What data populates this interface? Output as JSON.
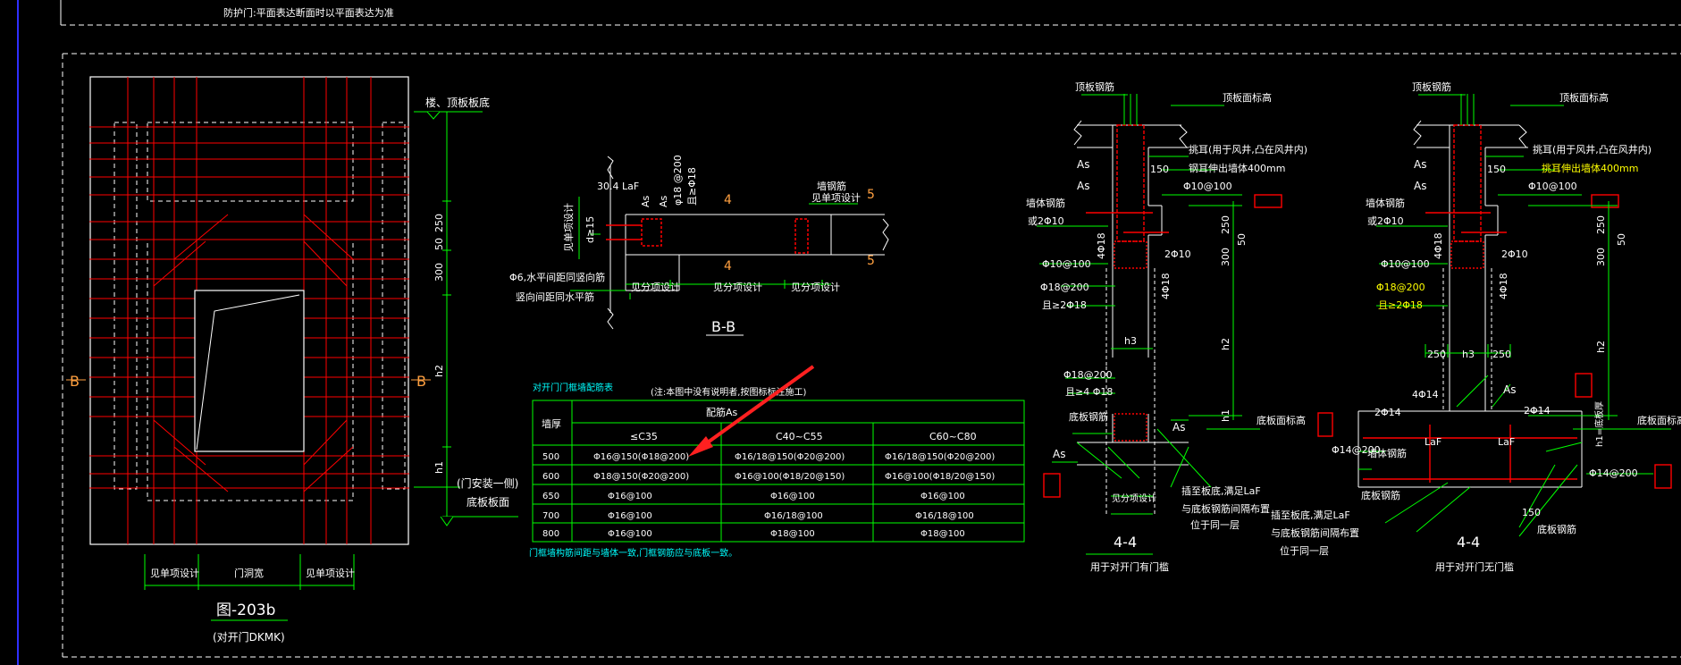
{
  "top_note": "防护门:平面表达断面时以平面表达为准",
  "fig203": {
    "b_left": "B",
    "b_right": "B",
    "label_top": "楼、顶板板底",
    "label_door": "(门安装一侧)",
    "label_bottom": "底板板面",
    "dim_250": "250",
    "dim_50": "50",
    "dim_300": "300",
    "dim_h2": "h2",
    "dim_h1": "h1",
    "bottom_left": "见单项设计",
    "bottom_mid": "门洞宽",
    "bottom_right": "见单项设计",
    "title": "图-203b",
    "subtitle": "(对开门DKMK)"
  },
  "section_bb": {
    "lbl_04laf": "30.4 LaF",
    "lbl_as1": "As",
    "lbl_as2": "As",
    "lbl_phi18": "φ18 @200",
    "lbl_phi18b": "且≥Φ18",
    "lbl_d": "d≥15",
    "lbl_jian": "见单项设计",
    "lbl_4a": "4",
    "lbl_4b": "4",
    "lbl_5a": "5",
    "lbl_5b": "5",
    "lbl_wall1": "墙钢筋",
    "lbl_wall2": "见单项设计",
    "lbl_phi6a": "Φ6,水平间距同竖向筋",
    "lbl_phi6b": "竖向间距同水平筋",
    "bot1": "见分项设计",
    "bot2": "见分项设计",
    "bot3": "见分项设计",
    "title": "B-B"
  },
  "table": {
    "caption": "对开门门框墙配筋表",
    "note": "(注:本图中没有说明者,按图标标注施工)",
    "header_col0": "墙厚",
    "header_group": "配筋As",
    "columns": [
      "≤C35",
      "C40~C55",
      "C60~C80"
    ],
    "rows": [
      {
        "thick": "500",
        "c35": "Φ16@150(Φ18@200)",
        "c55": "Φ16/18@150(Φ20@200)",
        "c80": "Φ16/18@150(Φ20@200)"
      },
      {
        "thick": "600",
        "c35": "Φ18@150(Φ20@200)",
        "c55": "Φ16@100(Φ18/20@150)",
        "c80": "Φ16@100(Φ18/20@150)"
      },
      {
        "thick": "650",
        "c35": "Φ16@100",
        "c55": "Φ16@100",
        "c80": "Φ16@100"
      },
      {
        "thick": "700",
        "c35": "Φ16@100",
        "c55": "Φ16/18@100",
        "c80": "Φ16/18@100"
      },
      {
        "thick": "800",
        "c35": "Φ16@100",
        "c55": "Φ18@100",
        "c80": "Φ18@100"
      }
    ],
    "footnote": "门框墙构筋间距与墙体一致,门框钢筋应与底板一致。"
  },
  "section44a": {
    "top_left": "顶板钢筋",
    "top_right": "顶板面标高",
    "as1": "As",
    "as2": "As",
    "wall_a": "墙体钢筋",
    "wall_b": "或2Φ10",
    "hook": "挑耳(用于风井,凸在风井内)",
    "hook2": "钢耳伸出墙体400mm",
    "d150": "150",
    "phi10_100a": "Φ10@100",
    "d250": "250",
    "d50": "50",
    "d300": "300",
    "phi18v": "4Φ18",
    "phi10_2": "2Φ10",
    "phi10_100b": "Φ10@100",
    "phi18_200a": "Φ18@200",
    "phi18_200b": "且≥2Φ18",
    "phi18v2": "4Φ18",
    "h3": "h3",
    "h2": "h2",
    "phi18_200c": "Φ18@200",
    "phi18_200d": "且≥4 Φ18",
    "floor": "底板钢筋",
    "as3": "As",
    "as4": "As",
    "floor_lvl": "底板面标高",
    "h1": "h1",
    "note1": "插至板底,满足LaF",
    "note2": "与底板钢筋间隔布置",
    "note3": "位于同一层",
    "bot_dim": "见分项设计",
    "title": "4-4",
    "subtitle": "用于对开门有门槛"
  },
  "section44b": {
    "top_left": "顶板钢筋",
    "top_right": "顶板面标高",
    "as1": "As",
    "as2": "As",
    "wall_a": "墙体钢筋",
    "wall_b": "或2Φ10",
    "hook": "挑耳(用于风井,凸在风井内)",
    "hook2": "挑耳伸出墙体400mm",
    "d150": "150",
    "phi10_100a": "Φ10@100",
    "d250": "250",
    "d50": "50",
    "d300": "300",
    "phi18v": "4Φ18",
    "phi10_2": "2Φ10",
    "phi10_100b": "Φ10@100",
    "phi18_200a": "Φ18@200",
    "phi18_200b": "且≥2Φ18",
    "phi18v2": "4Φ18",
    "d250a": "250",
    "h3": "h3",
    "d250b": "250",
    "h2": "h2",
    "phi14a": "4Φ14",
    "as3": "As",
    "phi14b": "2Φ14",
    "phi14c": "2Φ14",
    "laf1": "LaF",
    "laf2": "LaF",
    "phi14_200": "Φ14@200",
    "phi14_200b": "Φ14@200",
    "wall_bars": "墙体钢筋",
    "floor_bars": "底板钢筋",
    "h1note": "h1=底板厚",
    "floor_lvl": "底板面标高",
    "note1": "插至板底,满足LaF",
    "note2": "与底板钢筋间隔布置",
    "note3": "位于同一层",
    "floor_bars2": "底板钢筋",
    "title": "4-4",
    "subtitle": "用于对开门无门槛"
  },
  "colors": {
    "background": "#000000",
    "rebar": "#ff0000",
    "dimension": "#00ff00",
    "text": "#ffffff",
    "cyan": "#00ffff",
    "highlight": "#ffff00",
    "arrow": "#ff2020"
  }
}
